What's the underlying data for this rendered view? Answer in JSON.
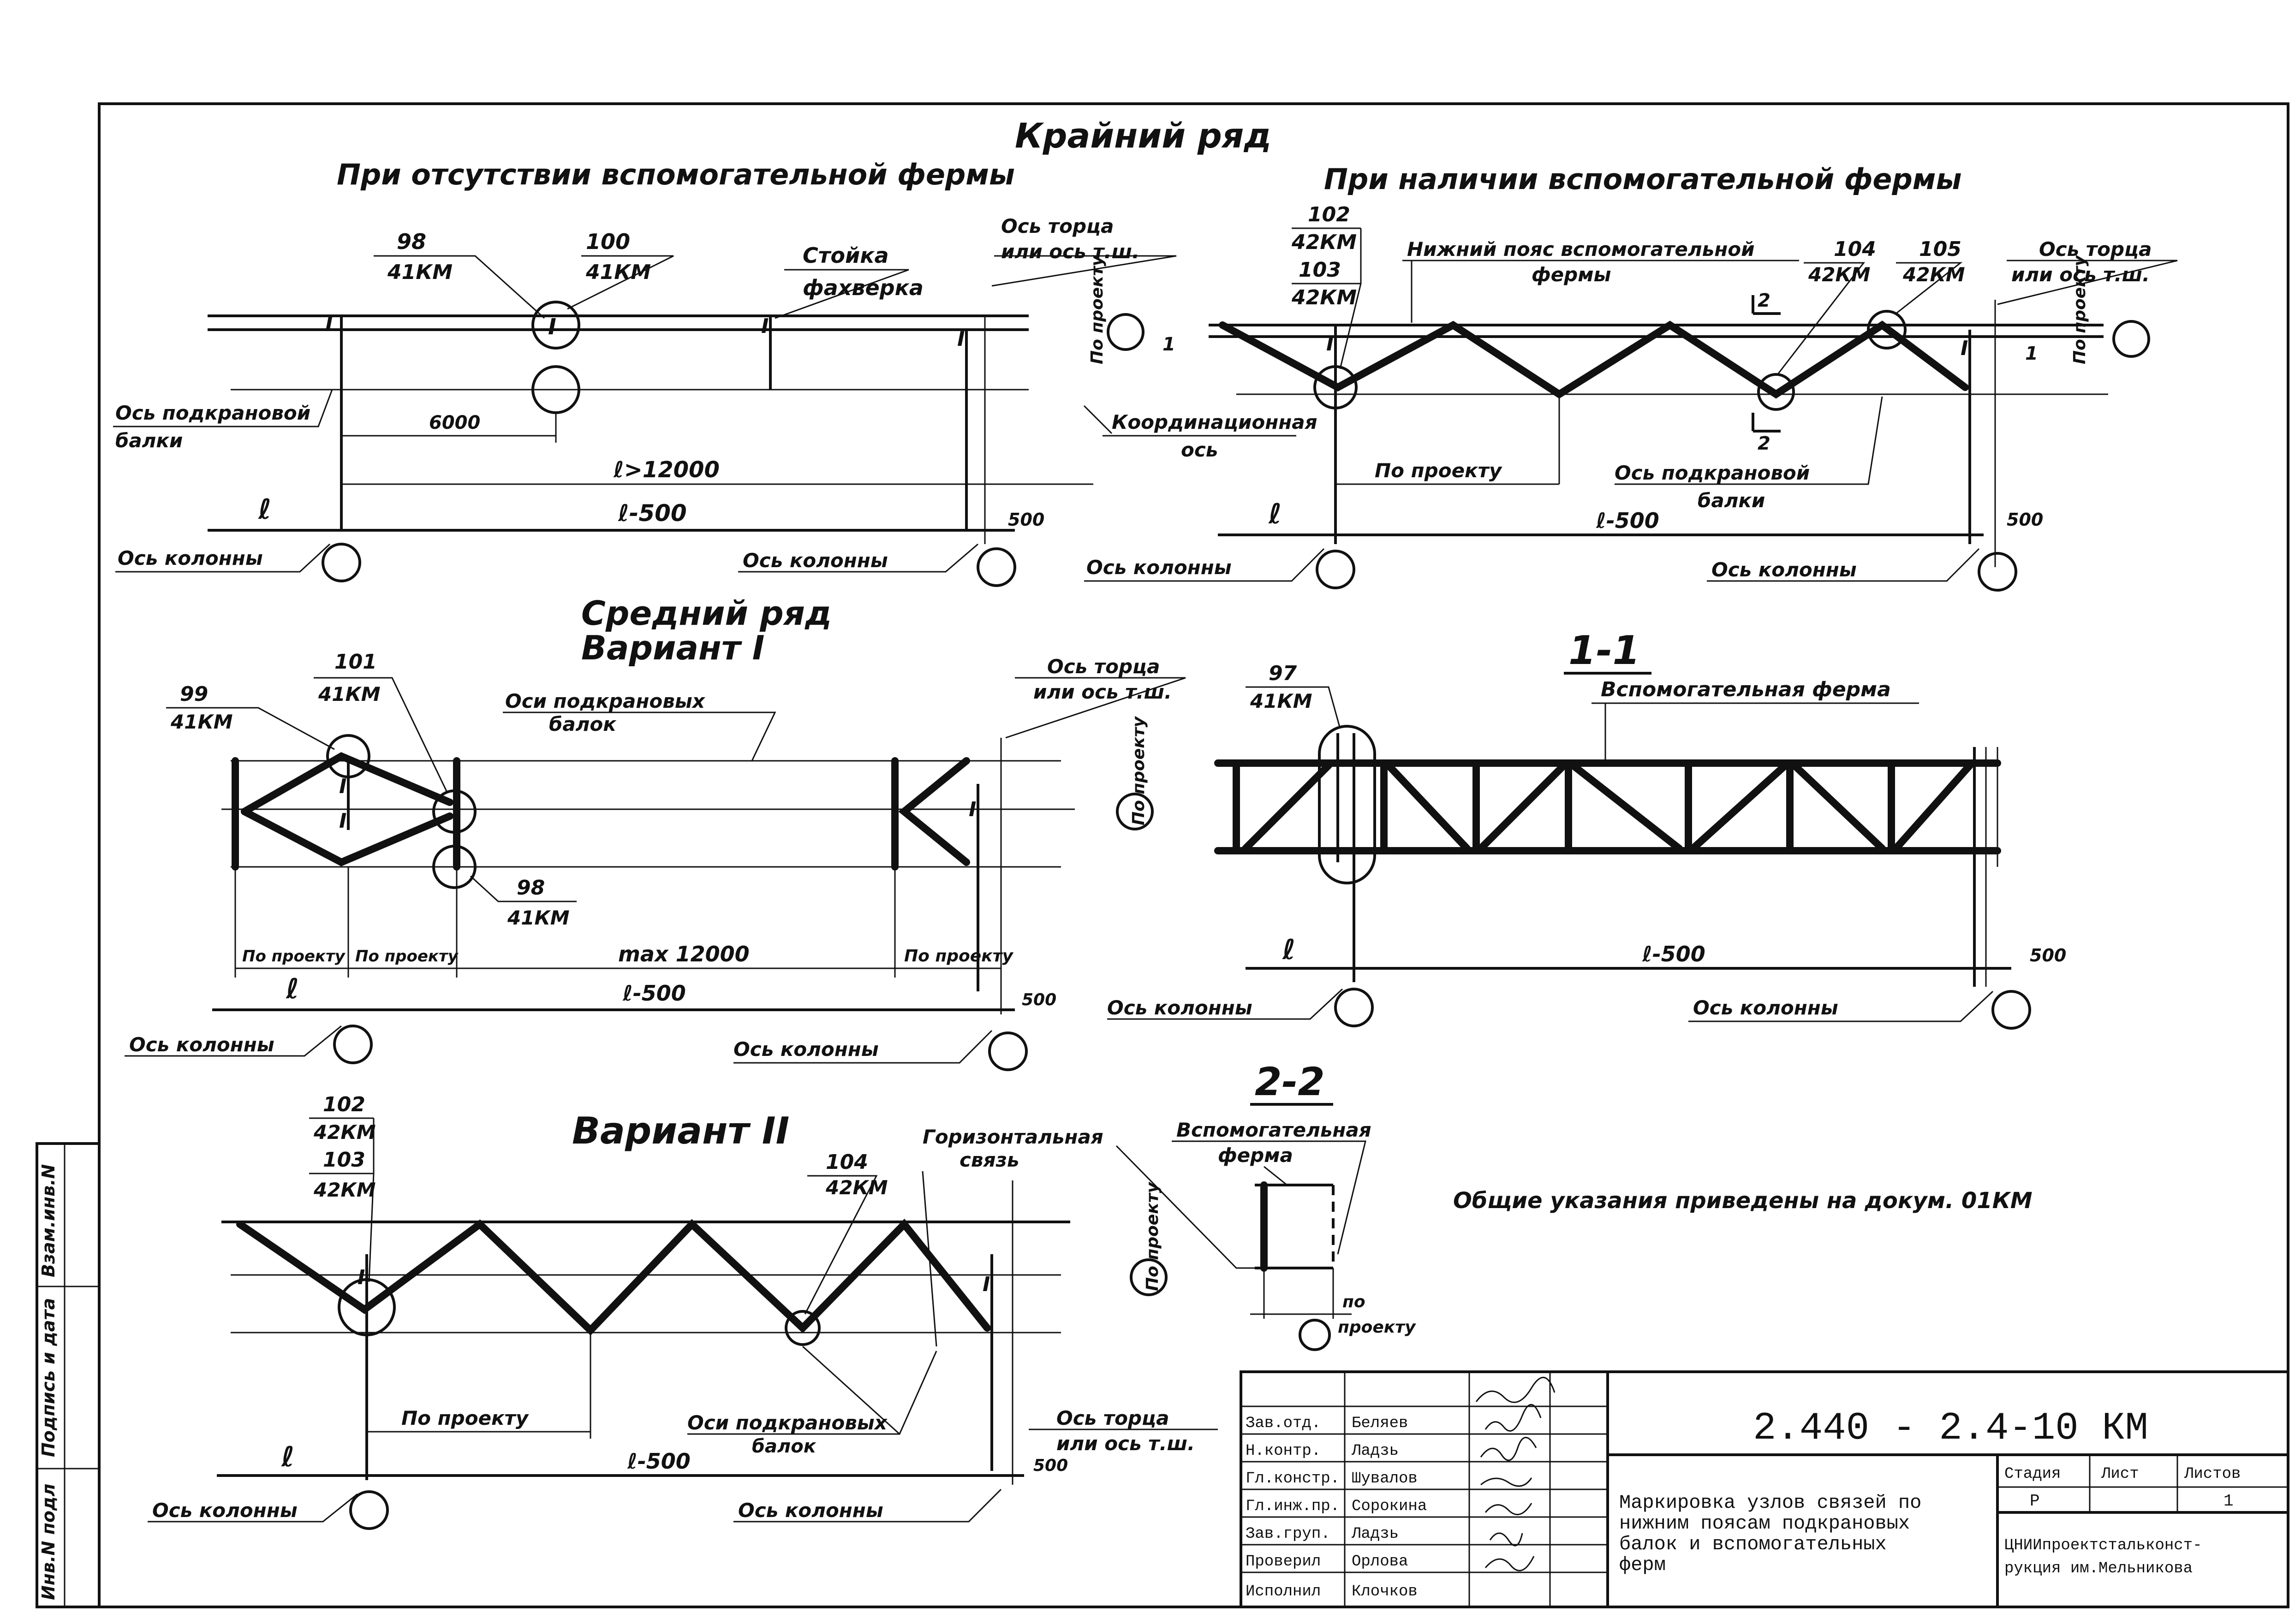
{
  "sections": {
    "outer_row": "Крайний ряд",
    "no_aux": "При отсутствии вспомогательной фермы",
    "with_aux": "При наличии вспомогательной фермы",
    "middle_row": "Средний ряд",
    "variant1": "Вариант I",
    "variant2": "Вариант II",
    "section11": "1-1",
    "section22": "2-2"
  },
  "labels": {
    "n98": "98",
    "n100": "100",
    "n102": "102",
    "n103": "103",
    "n104": "104",
    "n105": "105",
    "n99": "99",
    "n101": "101",
    "n97": "97",
    "km41": "41КМ",
    "km42": "42КМ",
    "stoyka1": "Стойка",
    "stoyka2": "фахверка",
    "os_torca1": "Ось торца",
    "os_torca2": "или ось т.ш.",
    "po_proektu_v": "По проекту",
    "os_podkr1": "Ось подкрановой",
    "os_podkr2": "балки",
    "dim6000": "6000",
    "dim_l12000": "ℓ>12000",
    "l": "ℓ",
    "l500": "ℓ-500",
    "d500": "500",
    "os_kolonny": "Ось колонны",
    "koord1": "Координационная",
    "koord2": "ось",
    "nizh1": "Нижний пояс вспомогательной",
    "nizh2": "фермы",
    "po_proektu": "По проекту",
    "one": "1",
    "two": "2",
    "osi_podkr1": "Оси подкрановых",
    "osi_podkr2": "балок",
    "max12000": "max 12000",
    "vspom_ferma": "Вспомогательная ферма",
    "gor1": "Горизонтальная",
    "gor2": "связь",
    "vspom1": "Вспомогательная",
    "vspom2": "ферма",
    "po_proektu_small1": "по",
    "po_proektu_small2": "проекту",
    "general_note": "Общие указания приведены на докум. 01КМ"
  },
  "side_stamp": {
    "inv_podl": "Инв.N подл",
    "podpis": "Подпись и дата",
    "vzam": "Взам.инв.N"
  },
  "title_block": {
    "doc_code": "2.440 - 2.4-10 КМ",
    "description_lines": [
      "Маркировка узлов связей по",
      "нижним поясам подкрановых",
      "балок и вспомогательных",
      "ферм"
    ],
    "stage_header": "Стадия",
    "sheet_header": "Лист",
    "sheets_header": "Листов",
    "stage": "Р",
    "sheets": "1",
    "org_lines": [
      "ЦНИИпроектстальконст-",
      "рукция им.Мельникова"
    ],
    "rows": [
      {
        "role": "Зав.отд.",
        "name": "Беляев"
      },
      {
        "role": "Н.контр.",
        "name": "Ладзь"
      },
      {
        "role": "Гл.констр.",
        "name": "Шувалов"
      },
      {
        "role": "Гл.инж.пр.",
        "name": "Сорокина"
      },
      {
        "role": "Зав.груп.",
        "name": "Ладзь"
      },
      {
        "role": "Проверил",
        "name": "Орлова"
      },
      {
        "role": "Исполнил",
        "name": "Клочков"
      }
    ]
  }
}
